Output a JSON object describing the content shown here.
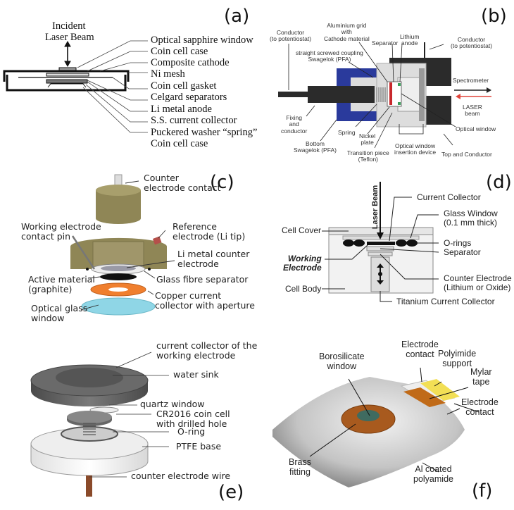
{
  "figure": {
    "panels": [
      {
        "tag": "(a)",
        "title_labels": [
          "Incident",
          "Laser Beam"
        ],
        "labels": [
          "Optical sapphire window",
          "Coin cell case",
          "Composite cathode",
          "Ni mesh",
          "Coin cell gasket",
          "Celgard separators",
          "Li metal anode",
          "S.S. current collector",
          "Puckered washer “spring”",
          "Coin cell case"
        ]
      },
      {
        "tag": "(b)",
        "labels": {
          "conductor_left": [
            "Conductor",
            "(to potentiostat)"
          ],
          "aluminium_grid": [
            "Aluminium grid",
            "with",
            "Cathode material"
          ],
          "separator": "Separator",
          "lithium_anode": [
            "Lithium",
            "anode"
          ],
          "conductor_right": [
            "Conductor",
            "(to potentiostat)"
          ],
          "coupling": [
            "straight screwed coupling",
            "Swagelok (PFA)"
          ],
          "spectrometer": "Spectrometer",
          "laser_beam": [
            "LASER",
            "beam"
          ],
          "fixing": [
            "Fixing",
            "and",
            "conductor"
          ],
          "optical_window": "Optical window",
          "spring": "Spring",
          "nickel_plate": [
            "Nickel",
            "plate"
          ],
          "bottom_swagelok": [
            "Bottom",
            "Swagelok (PFA)"
          ],
          "transition_piece": [
            "Transition piece",
            "(Teflon)"
          ],
          "insertion_device": [
            "Optical window",
            "insertion device"
          ],
          "top_conductor": "Top and Conductor"
        },
        "colors": {
          "swagelok": "#2a3a9c",
          "cathode": "#c8282c",
          "anode": "#3aa05a",
          "laser": "#e0443a",
          "body": "#2b2b2b"
        }
      },
      {
        "tag": "(c)",
        "labels": {
          "counter_contact": [
            "Counter",
            "electrode contact"
          ],
          "working_pin": [
            "Working electrode",
            "contact pin"
          ],
          "reference": [
            "Reference",
            "electrode (Li tip)"
          ],
          "li_counter": [
            "Li metal counter",
            "electrode"
          ],
          "active_material": [
            "Active material",
            "(graphite)"
          ],
          "glass_fibre": "Glass fibre separator",
          "copper": [
            "Copper current",
            "collector with aperture"
          ],
          "optical_glass": [
            "Optical glass",
            "window"
          ]
        },
        "colors": {
          "body": "#8f8656",
          "copper": "#f07f2e",
          "glass": "#8fd6e6",
          "li_tip": "#b5504a"
        }
      },
      {
        "tag": "(d)",
        "labels": {
          "laser_beam": "Laser Beam",
          "current_collector": "Current Collector",
          "glass_window": [
            "Glass Window",
            "(0.1 mm thick)"
          ],
          "cell_cover": "Cell Cover",
          "o_rings": "O-rings",
          "separator": "Separator",
          "working_electrode": [
            "Working",
            "Electrode"
          ],
          "counter_electrode": [
            "Counter Electrode",
            "(Lithium or Oxide)"
          ],
          "cell_body": "Cell Body",
          "titanium": "Titanium Current Collector"
        }
      },
      {
        "tag": "(e)",
        "labels": {
          "current_collector": [
            "current collector of the",
            "working electrode"
          ],
          "water_sink": "water sink",
          "quartz_window": "quartz window",
          "coin_cell": [
            "CR2016 coin cell",
            "with drilled hole"
          ],
          "o_ring": "O-ring",
          "ptfe_base": "PTFE base",
          "counter_wire": "counter electrode wire"
        },
        "colors": {
          "top": "#5a5a5a",
          "base": "#f4f4f4",
          "wire": "#8a4a2a"
        }
      },
      {
        "tag": "(f)",
        "labels": {
          "electrode_contact_top": [
            "Electrode",
            "contact"
          ],
          "polyimide": [
            "Polyimide",
            "support"
          ],
          "borosilicate": [
            "Borosilicate",
            "window"
          ],
          "mylar": [
            "Mylar",
            "tape"
          ],
          "electrode_contact_bottom": [
            "Electrode",
            "contact"
          ],
          "brass": [
            "Brass",
            "fitting"
          ],
          "al_coated": [
            "Al coated",
            "polyamide"
          ]
        },
        "colors": {
          "brass": "#a85a1e",
          "window": "#3f6b60",
          "polyimide": "#f2df55",
          "mylar": "#c06a18",
          "pouch": "#c9c9c9"
        }
      }
    ]
  }
}
